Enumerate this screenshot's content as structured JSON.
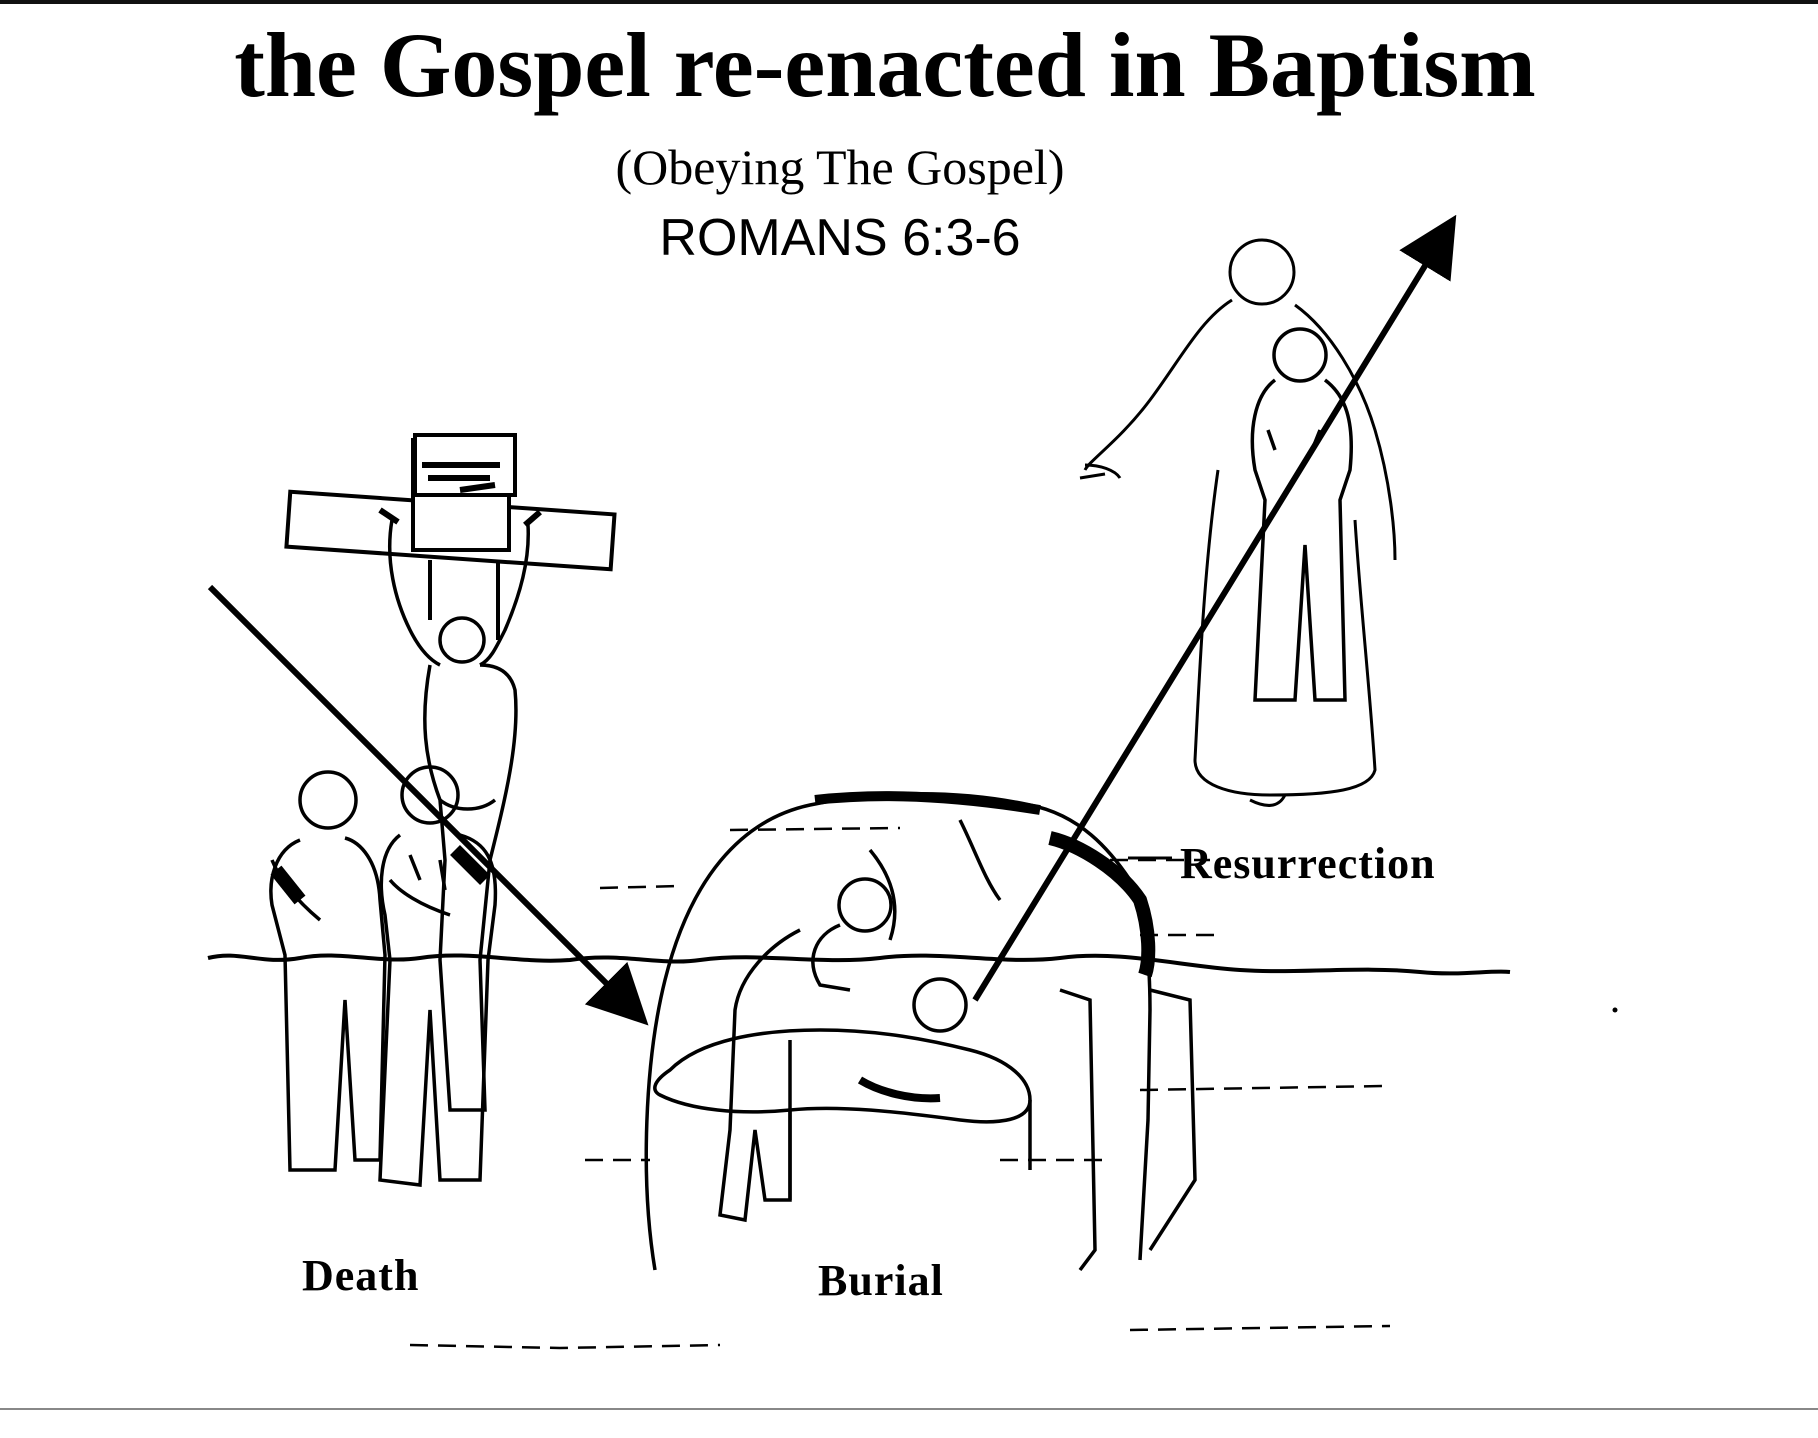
{
  "title": "the Gospel re-enacted in Baptism",
  "subtitle": "(Obeying The Gospel)",
  "reference": "ROMANS 6:3-6",
  "stages": {
    "death": "Death",
    "burial": "Burial",
    "resurrection": "Resurrection"
  },
  "colors": {
    "ink": "#000000",
    "paper": "#ffffff"
  }
}
